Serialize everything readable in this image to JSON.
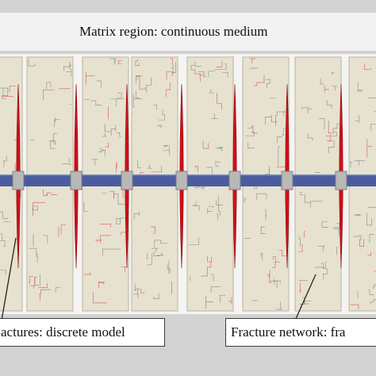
{
  "labels": {
    "matrix": "Matrix region: continuous medium",
    "hydraulic_fractures": "actures: discrete model",
    "fracture_network": "Fracture network: fra"
  },
  "colors": {
    "background": "#d2d2d2",
    "matrix_band": "#f2f2f2",
    "panel_fill": "#e6e2cf",
    "panel_edge": "#b9b5a0",
    "panel_gap": "#f4f4f2",
    "micro_fracture_gray": "#8a8a8a",
    "micro_fracture_red": "#d45a5a",
    "hydraulic_fracture": "#d10f17",
    "wellbore": "#4a5b9e",
    "perforation": "#b8b8b8"
  },
  "structure": {
    "stage_count": 7,
    "panel_count": 8,
    "icon": "fracture-network-icon"
  }
}
